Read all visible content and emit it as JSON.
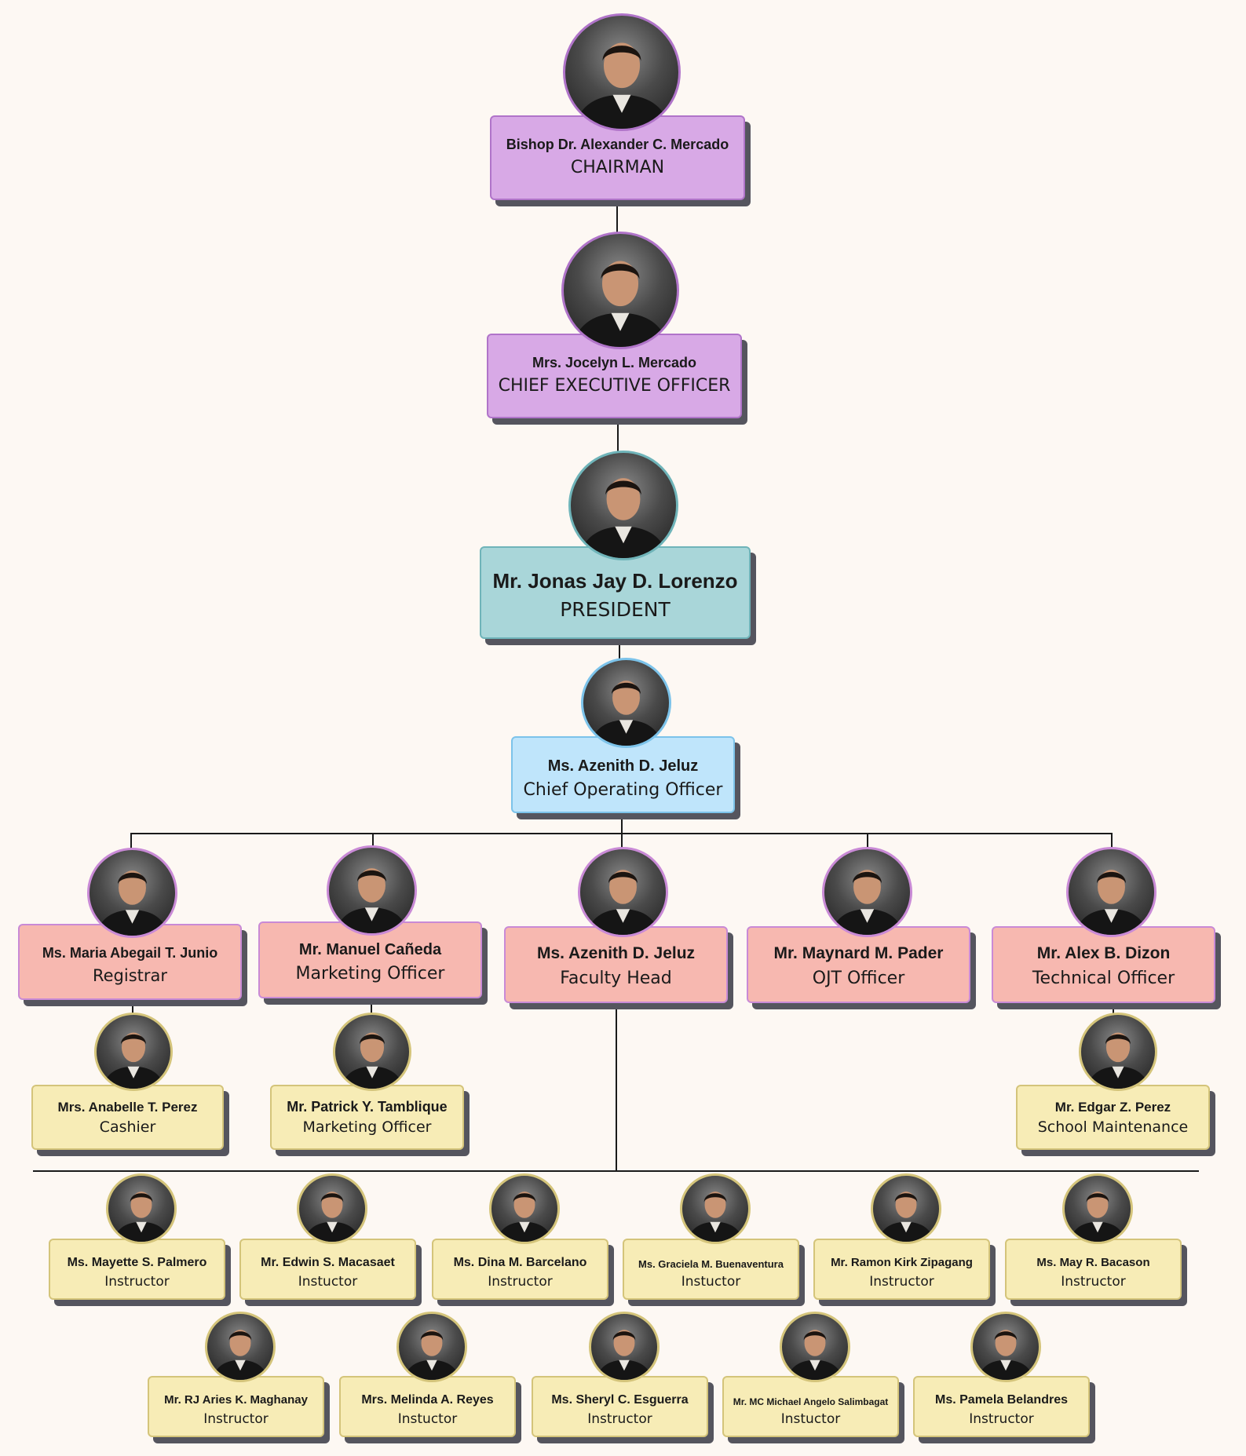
{
  "org_chart": {
    "executives": [
      {
        "name": "Bishop Dr. Alexander C. Mercado",
        "role": "CHAIRMAN",
        "color": "#d8a9e6"
      },
      {
        "name": "Mrs. Jocelyn L. Mercado",
        "role": "CHIEF EXECUTIVE OFFICER",
        "color": "#d8a9e6"
      },
      {
        "name": "Mr. Jonas Jay D. Lorenzo",
        "role": "PRESIDENT",
        "color": "#a9d6d9"
      },
      {
        "name": "Ms. Azenith D. Jeluz",
        "role": "Chief Operating Officer",
        "color": "#bfe5fb"
      }
    ],
    "department_heads": [
      {
        "name": "Ms. Maria Abegail T. Junio",
        "role": "Registrar",
        "color": "#f7b8b0"
      },
      {
        "name": "Mr. Manuel Cañeda",
        "role": "Marketing Officer",
        "color": "#f7b8b0"
      },
      {
        "name": "Ms. Azenith D. Jeluz",
        "role": "Faculty Head",
        "color": "#f7b8b0"
      },
      {
        "name": "Mr. Maynard M. Pader",
        "role": "OJT Officer",
        "color": "#f7b8b0"
      },
      {
        "name": "Mr. Alex B. Dizon",
        "role": "Technical Officer",
        "color": "#f7b8b0"
      }
    ],
    "staff": [
      {
        "name": "Mrs. Anabelle T. Perez",
        "role": "Cashier",
        "reports_to": "Ms. Maria Abegail T. Junio"
      },
      {
        "name": "Mr. Patrick Y. Tamblique",
        "role": "Marketing Officer",
        "reports_to": "Mr. Manuel Cañeda"
      },
      {
        "name": "Mr. Edgar Z. Perez",
        "role": "School Maintenance",
        "reports_to": "Mr. Alex B. Dizon"
      }
    ],
    "faculty_row1": [
      {
        "name": "Ms. Mayette S. Palmero",
        "role": "Instructor"
      },
      {
        "name": "Mr. Edwin S. Macasaet",
        "role": "Instuctor"
      },
      {
        "name": "Ms. Dina M. Barcelano",
        "role": "Instructor"
      },
      {
        "name": "Ms. Graciela M. Buenaventura",
        "role": "Instuctor"
      },
      {
        "name": "Mr. Ramon Kirk Zipagang",
        "role": "Instructor"
      },
      {
        "name": "Ms. May R. Bacason",
        "role": "Instructor"
      }
    ],
    "faculty_row2": [
      {
        "name": "Mr. RJ Aries K. Maghanay",
        "role": "Instructor"
      },
      {
        "name": "Mrs. Melinda A. Reyes",
        "role": "Instuctor"
      },
      {
        "name": "Ms. Sheryl C. Esguerra",
        "role": "Instructor"
      },
      {
        "name": "Mr. MC Michael Angelo Salimbagat",
        "role": "Instuctor"
      },
      {
        "name": "Ms. Pamela Belandres",
        "role": "Instructor"
      }
    ],
    "faculty_color": "#f7ecb6",
    "line_color": "#1a1a1a",
    "background": "#fdf8f3"
  }
}
